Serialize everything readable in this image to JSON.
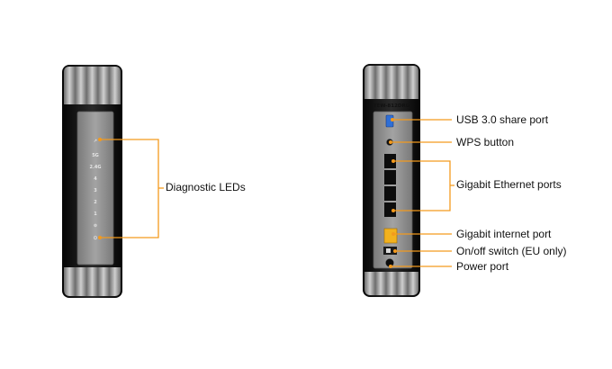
{
  "front_panel": {
    "led_labels": [
      "↗",
      "5G",
      "2.4G",
      "4",
      "3",
      "2",
      "1",
      "⊚",
      "⏻"
    ],
    "callout": "Diagnostic LEDs"
  },
  "back_panel": {
    "model": "TEW-812DRU",
    "callouts": {
      "usb": "USB 3.0 share port",
      "wps": "WPS button",
      "ethernet": "Gigabit Ethernet ports",
      "internet": "Gigabit internet port",
      "switch": "On/off switch (EU only)",
      "power": "Power port"
    }
  },
  "colors": {
    "callout_line": "#f39a1e",
    "body_dark": "#111111",
    "panel_gray": "#8d8d8d",
    "internet_port": "#f2b21e",
    "usb_port": "#2f6fd6"
  }
}
